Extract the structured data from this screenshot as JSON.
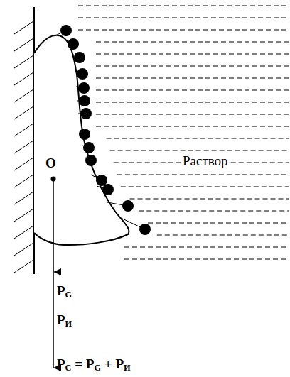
{
  "diagram": {
    "labels": [
      "O",
      "Раствор",
      "PG",
      "PИ",
      "PC = PG + PИ"
    ]
  }
}
